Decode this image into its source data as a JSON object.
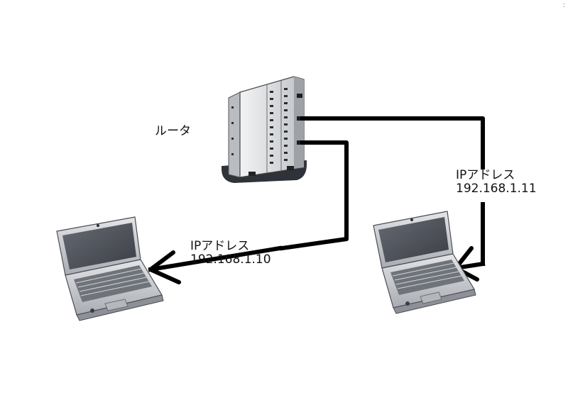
{
  "router": {
    "label": "ルータ"
  },
  "hosts": [
    {
      "ip_label": "IPアドレス",
      "ip_address": "192.168.1.10"
    },
    {
      "ip_label": "IPアドレス",
      "ip_address": "192.168.1.11"
    }
  ],
  "corner_mark": ":",
  "colors": {
    "cable": "#000000",
    "device_body": "#c8cace",
    "device_dark": "#3a3d44",
    "screen": "#50545c"
  }
}
